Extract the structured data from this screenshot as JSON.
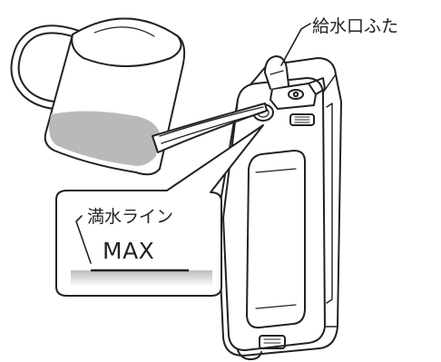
{
  "labels": {
    "water_inlet_lid": "給水口ふた",
    "full_water_line": "満水ライン",
    "max_mark": "MAX"
  },
  "icons": [
    "pitcher",
    "water-tank"
  ],
  "colors": {
    "line": "#222222",
    "water": "#b9b9b9",
    "background": "#ffffff"
  }
}
